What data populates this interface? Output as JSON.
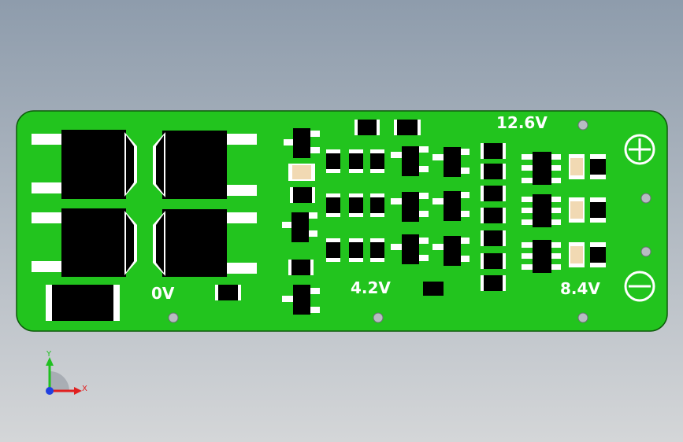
{
  "board": {
    "labels": {
      "v126": "12.6V",
      "v0": "0V",
      "v42": "4.2V",
      "v84": "8.4V"
    }
  },
  "triad": {
    "y_label": "Y",
    "x_label": "X"
  },
  "colors": {
    "background_top": "#8e9cac",
    "background_bottom": "#d4d6d8",
    "board_fill": "#22c41e",
    "component_body": "#000000",
    "pad": "#ffffff",
    "capacitor": "#f1d9b3",
    "axis_x": "#e02020",
    "axis_y": "#20c020",
    "axis_z": "#2040e0"
  }
}
